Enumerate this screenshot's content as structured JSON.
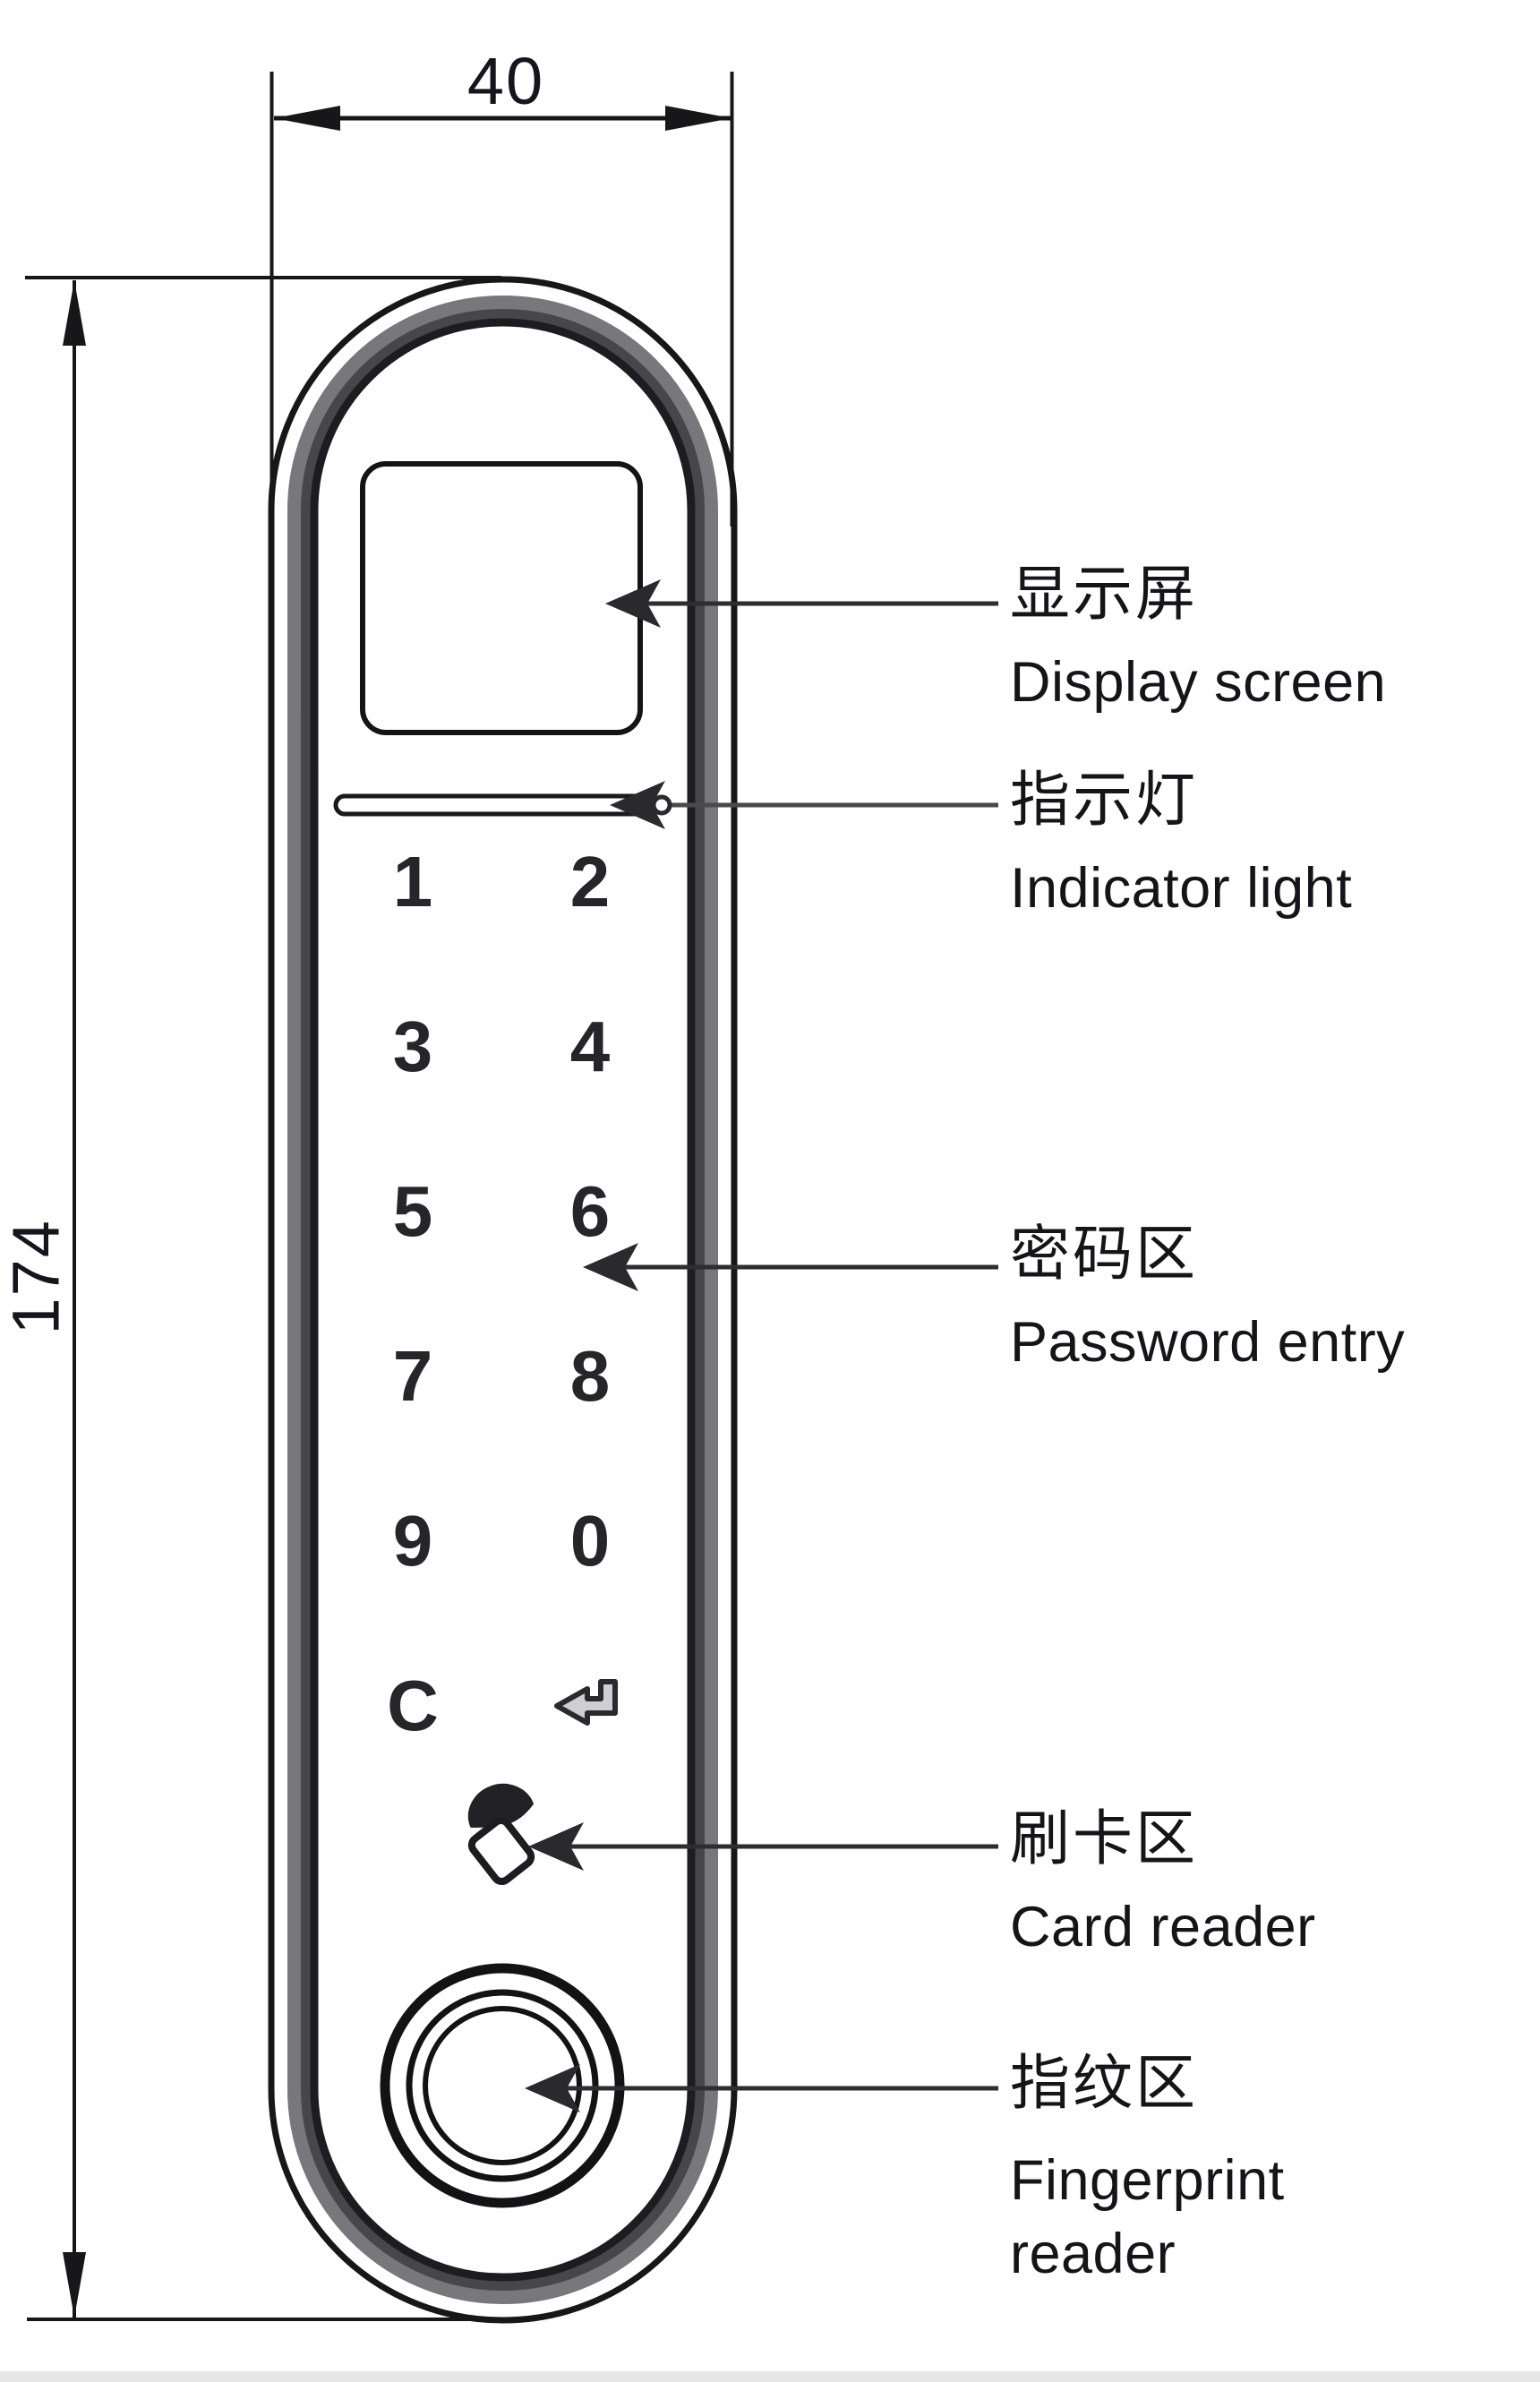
{
  "diagram": {
    "title": "smart-lock-front-panel-technical-drawing",
    "dimensions": {
      "width_value": "40",
      "height_value": "174"
    },
    "keypad": {
      "keys": [
        "1",
        "2",
        "3",
        "4",
        "5",
        "6",
        "7",
        "8",
        "9",
        "0",
        "C"
      ],
      "enter_icon": "return-arrow-icon"
    },
    "labels": [
      {
        "id": "display",
        "zh": "显示屏",
        "en": "Display screen"
      },
      {
        "id": "indicator",
        "zh": "指示灯",
        "en": "Indicator light"
      },
      {
        "id": "password",
        "zh": "密码区",
        "en": "Password entry"
      },
      {
        "id": "card",
        "zh": "刷卡区",
        "en": "Card reader"
      },
      {
        "id": "fingerprint",
        "zh": "指纹区",
        "en": "Fingerprint reader"
      }
    ],
    "icons": [
      "card-reader-icon",
      "fingerprint-reader-icon",
      "return-arrow-icon",
      "indicator-light-dot"
    ],
    "colors": {
      "line": "#17171a",
      "rim_light": "#77777c",
      "rim_dark": "#46464b",
      "leader": "#2e2e32",
      "text": "#141419"
    }
  }
}
